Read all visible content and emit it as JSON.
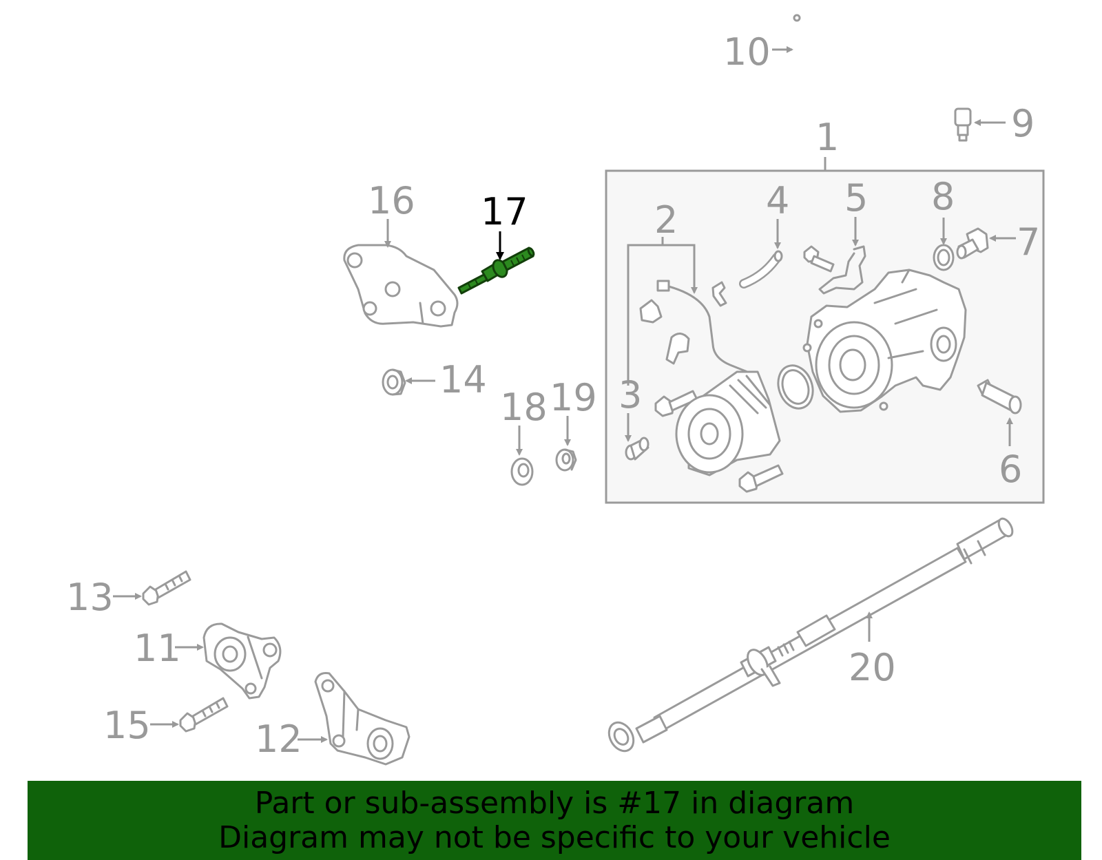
{
  "callouts": {
    "c1": "1",
    "c2": "2",
    "c3": "3",
    "c4": "4",
    "c5": "5",
    "c6": "6",
    "c7": "7",
    "c8": "8",
    "c9": "9",
    "c10": "10",
    "c11": "11",
    "c12": "12",
    "c13": "13",
    "c14": "14",
    "c15": "15",
    "c16": "16",
    "c17": "17",
    "c18": "18",
    "c19": "19",
    "c20": "20"
  },
  "highlighted_part": "17",
  "colors": {
    "highlight_part": "#2c8a1f",
    "banner_bg": "#0f620a",
    "callout_gray": "#999999",
    "callout_active": "#000000"
  },
  "banner": {
    "line1": "Part or sub-assembly is #17 in diagram",
    "line2": "Diagram may not be specific to your vehicle"
  }
}
